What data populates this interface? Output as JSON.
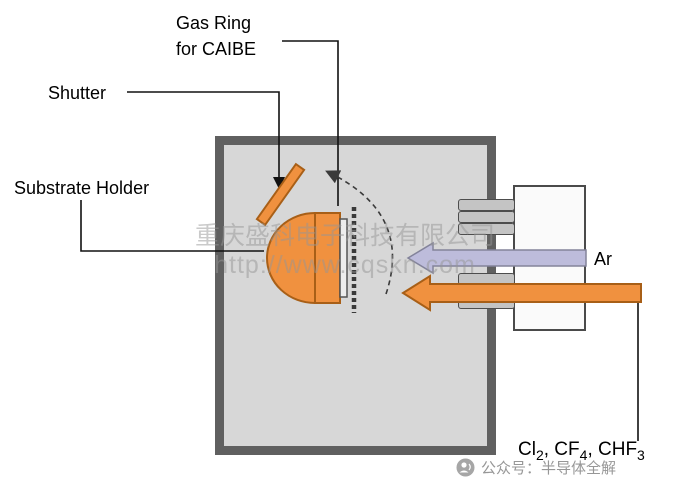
{
  "colors": {
    "chamber_border": "#606060",
    "chamber_fill": "#d7d7d7",
    "orange": "#f0913f",
    "orange_outline": "#a85f17",
    "lavender": "#bdbcdb",
    "lavender_outline": "#83839a",
    "plate_fill": "#c4c4c4",
    "plate_outline": "#4d4d4d",
    "line": "#111111"
  },
  "labels": {
    "gas_ring_line1": "Gas Ring",
    "gas_ring_line2": "for CAIBE",
    "shutter": "Shutter",
    "substrate_holder": "Substrate Holder",
    "ar": "Ar"
  },
  "gas_formula": {
    "p1": "Cl",
    "s1": "2",
    "p2": ", CF",
    "s2": "4",
    "p3": ", CHF",
    "s3": "3"
  },
  "watermark": {
    "line1": "重庆盛科电子科技有限公司",
    "line2": "http://www.cqskn.com"
  },
  "footer": {
    "credit": "公众号：半导体全解"
  }
}
